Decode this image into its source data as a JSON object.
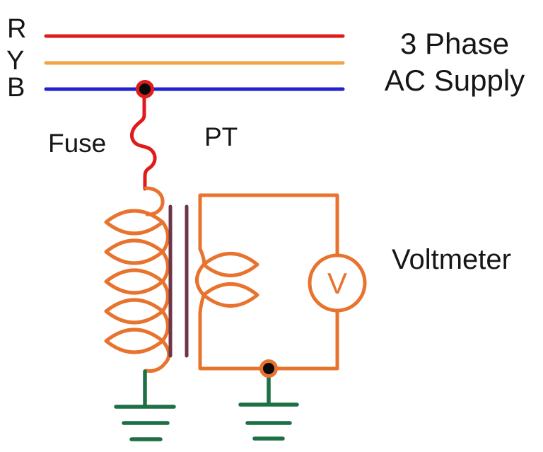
{
  "diagram": {
    "supply": {
      "phase_labels": [
        "R",
        "Y",
        "B"
      ],
      "caption_line1": "3 Phase",
      "caption_line2": "AC Supply"
    },
    "labels": {
      "fuse": "Fuse",
      "transformer": "PT",
      "voltmeter": "Voltmeter",
      "voltmeter_symbol": "V"
    },
    "colors": {
      "phase_r": "#e01b1b",
      "phase_y": "#f2a444",
      "phase_b": "#2323cd",
      "fuse_wire": "#e01b1b",
      "coil_wire": "#e8732e",
      "core": "#6d3648",
      "ground": "#1d6f44",
      "junction_dot": "#0a0a0a",
      "text": "#161616",
      "background": "#ffffff"
    }
  }
}
